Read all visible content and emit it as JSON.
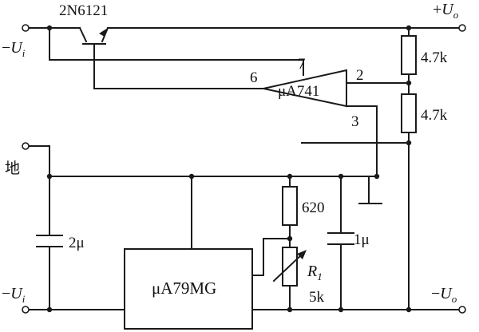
{
  "transistor": {
    "label": "2N6121"
  },
  "opamp": {
    "label": "μA741",
    "pins": {
      "p7": "7",
      "p6": "6",
      "p2": "2",
      "p3": "3"
    }
  },
  "regulator": {
    "label": "μA79MG"
  },
  "terminals": {
    "in_top": {
      "sign": "−",
      "sym": "U",
      "sub": "i"
    },
    "out_top": {
      "sign": "+",
      "sym": "U",
      "sub": "o"
    },
    "ground": {
      "label": "地"
    },
    "in_bottom": {
      "sign": "−",
      "sym": "U",
      "sub": "i"
    },
    "out_bottom": {
      "sign": "−",
      "sym": "U",
      "sub": "o"
    }
  },
  "resistors": {
    "r_top": "4.7k",
    "r_mid": "4.7k",
    "r_620": "620",
    "r1": {
      "sym": "R",
      "sub": "1",
      "value": "5k"
    }
  },
  "capacitors": {
    "c_2u": "2μ",
    "c_1u": "1μ"
  },
  "colors": {
    "ink": "#1a1a1a",
    "background": "#ffffff"
  }
}
